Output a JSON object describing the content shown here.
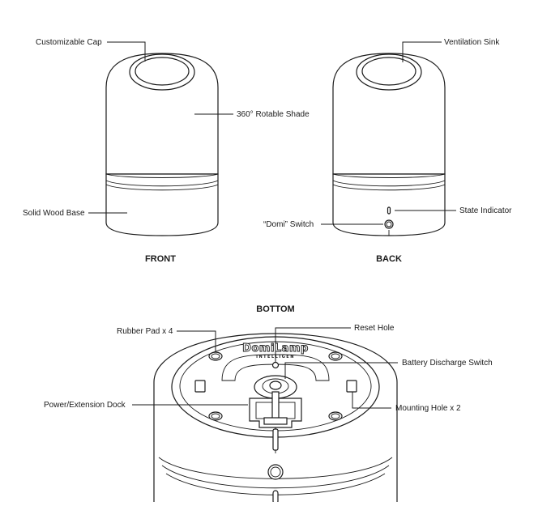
{
  "views": {
    "front": "FRONT",
    "back": "BACK",
    "bottom": "BOTTOM"
  },
  "labels": {
    "customizable_cap": "Customizable Cap",
    "rotatable_shade": "360° Rotable Shade",
    "solid_wood_base": "Solid Wood Base",
    "ventilation_sink": "Ventilation Sink",
    "state_indicator": "State Indicator",
    "domi_switch": "“Domi” Switch",
    "rubber_pad": "Rubber Pad x 4",
    "reset_hole": "Reset Hole",
    "battery_discharge_switch": "Battery Discharge Switch",
    "power_extension_dock": "Power/Extension Dock",
    "mounting_hole": "Mounting Hole x 2"
  },
  "brand": {
    "logo": "DomiLamp",
    "logo_sub": "INTELLIGEN"
  }
}
